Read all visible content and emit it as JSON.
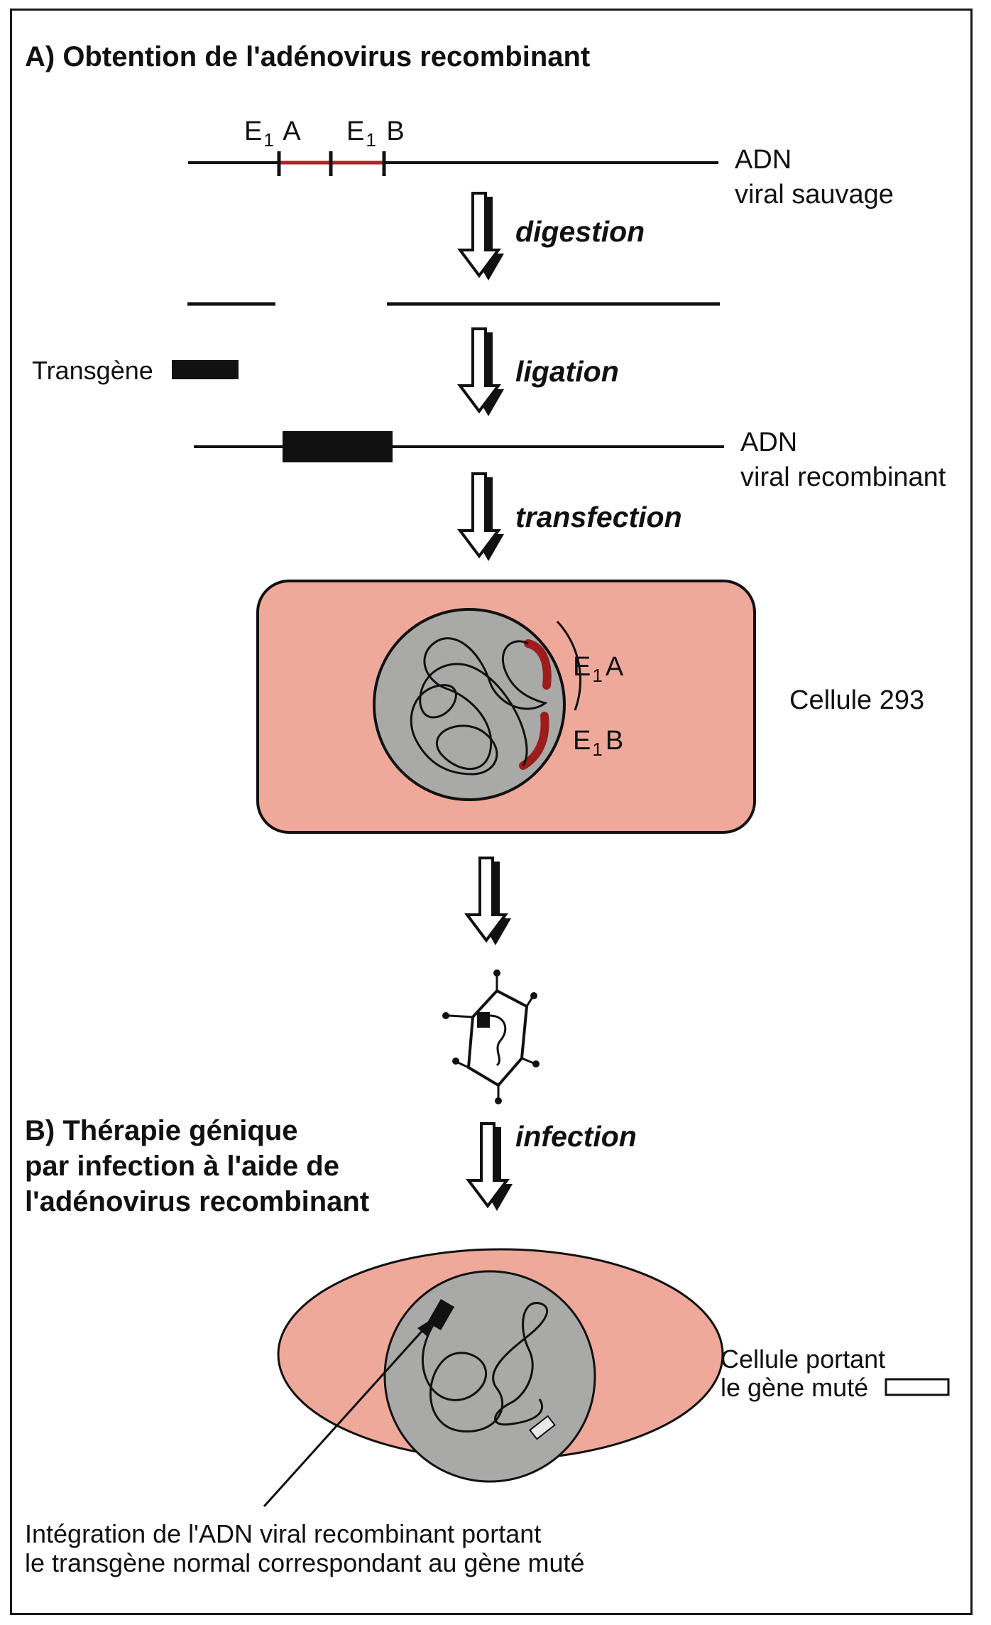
{
  "sectionA": {
    "title": "A)  Obtention de l'adénovirus recombinant"
  },
  "dna_wild": {
    "line1": "ADN",
    "line2": "viral sauvage",
    "gene_e1a": {
      "main": "E",
      "sub": "1",
      "suffix": " A"
    },
    "gene_e1b": {
      "main": "E",
      "sub": "1",
      "suffix": " B"
    }
  },
  "steps": {
    "digestion": "digestion",
    "ligation": "ligation",
    "transfection": "transfection",
    "infection": "infection"
  },
  "transgene_label": "Transgène",
  "dna_recomb": {
    "line1": "ADN",
    "line2": "viral recombinant"
  },
  "cell293": {
    "label": "Cellule 293",
    "gene_e1a": {
      "main": "E",
      "sub": "1",
      "suffix": "A"
    },
    "gene_e1b": {
      "main": "E",
      "sub": "1",
      "suffix": "B"
    }
  },
  "sectionB": {
    "line1": "B)  Thérapie génique",
    "line2": "par infection à l'aide de",
    "line3": "l'adénovirus recombinant"
  },
  "target_cell": {
    "line1": "Cellule portant",
    "line2": "le gène muté"
  },
  "caption": {
    "line1": "Intégration de l'ADN viral recombinant portant",
    "line2": "le transgène normal correspondant au gène muté"
  },
  "colors": {
    "cell_fill": "#efa99a",
    "nucleus_fill": "#a9aaa8",
    "e1_segment": "#9e1c1c",
    "ink": "#111111"
  }
}
